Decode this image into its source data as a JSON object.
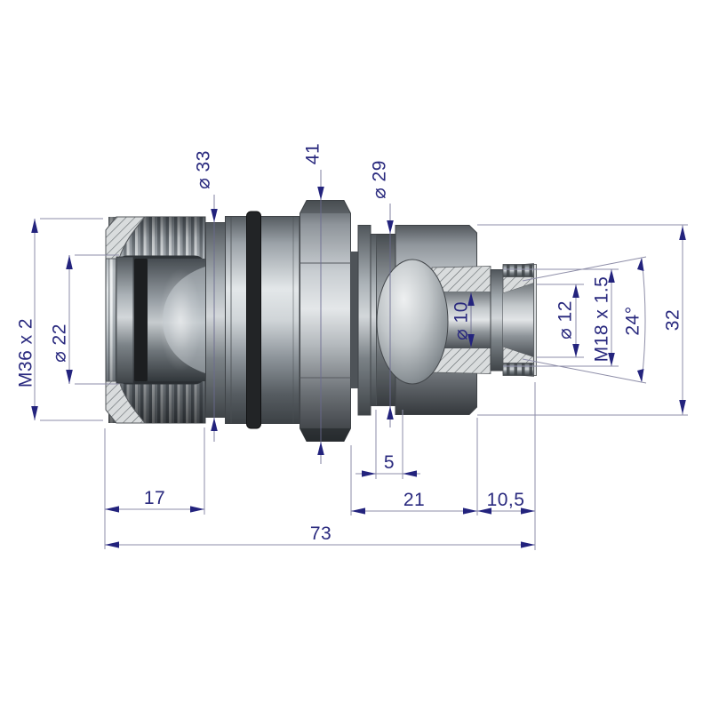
{
  "drawing": {
    "background": "#ffffff",
    "dimension_text_color": "#29297e",
    "dimension_line_color": "#8e8ea8",
    "part_outline_color": "#3f4347",
    "oring_color": "#222426",
    "dims": {
      "thread_left": "M36 x 2",
      "bore_left": "⌀ 22",
      "neck_od": "⌀ 33",
      "hex_af": "41",
      "collar_od": "⌀ 29",
      "bore_right": "⌀ 10",
      "cone_end_id": "⌀ 12",
      "thread_right": "M18 x 1.5",
      "cone_angle": "24°",
      "end_height": "32",
      "len_female": "17",
      "len_groove": "5",
      "len_mid": "21",
      "len_end": "10,5",
      "len_total": "73"
    }
  }
}
